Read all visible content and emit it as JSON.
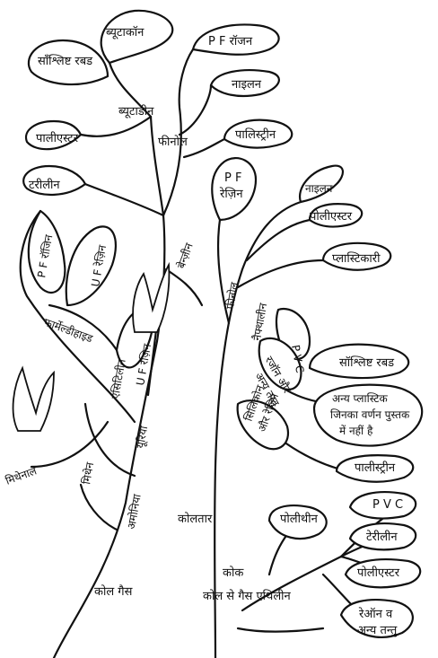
{
  "labels": {
    "butacon": "ब्यूटाकॉन",
    "synthetic_rubber_top": "सॉंश्लिष्ट रबड",
    "butadiene": "ब्यूटाडीन",
    "pf_resin_top": "P F रॉजन",
    "nylon_top": "नाइलन",
    "phenol": "फीनोल",
    "polyester_left": "पालीएस्टर",
    "polystyrene_top": "पालिस्ट्रीन",
    "terylene_left": "टरीलीन",
    "pf_resin_mid_1": "P F",
    "pf_resin_mid_2": "रेज़िन",
    "nylon_mid": "नाइलन",
    "polyester_mid": "पोलीएस्टर",
    "benzene": "बेन्ज़ीन",
    "plasticizer": "प्लास्टिकारी",
    "pf_resin_left": "P F रॉजिन",
    "uf_resin_left": "U F रेज़िन",
    "phenol_low": "फीनोल",
    "naphthalene": "नैफ्थालीन",
    "formaldehyde": "फार्मेल्डीहाइड",
    "acetylene": "एसिटिलीन",
    "uf_resin_mid": "U F रेज़िन",
    "pvc_mid": "P V C",
    "resin_other_1": "रजॉन और",
    "resin_other_2": "अन्य तन्तु",
    "synthetic_rubber_right": "सॉश्लिष्ट रबड",
    "other_plastics_1": "अन्य प्लास्टिक",
    "other_plastics_2": "जिनका वर्णन पुस्तक",
    "other_plastics_3": "में नहीं है",
    "urea": "यूरिया",
    "silicone_1": "सिलिकोन",
    "silicone_2": "और रेज़िन",
    "methane": "मिथेन",
    "methanol": "मिथेनाल",
    "ammonia": "अमोनिया",
    "polystyrene_right": "पालीस्ट्रीन",
    "pvc_right": "P V C",
    "polythene": "पोलीथीन",
    "terylene_right": "टेरीलीन",
    "coal_tar": "कोलतार",
    "polyester_right": "पोलीएस्टर",
    "coke": "कोक",
    "coal_gas": "कोल गैस",
    "from_coal_ethylene": "कोल से गैस एथिलीन",
    "rayon_1": "रेऑन व",
    "rayon_2": "अन्य तन्तु"
  }
}
